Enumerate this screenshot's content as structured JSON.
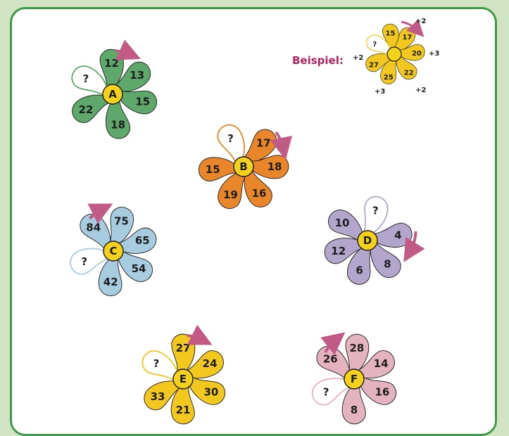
{
  "example": {
    "label": "Beispiel:",
    "center": "",
    "petals": [
      "15",
      "17",
      "20",
      "22",
      "25",
      "27",
      "?"
    ],
    "steps": [
      "+2",
      "+3",
      "+2",
      "+3",
      "+2"
    ],
    "color": "#f2c81e"
  },
  "flowers": [
    {
      "id": "A",
      "center": "A",
      "color": "#5fa86b",
      "petals": [
        "12",
        "13",
        "15",
        "18",
        "22",
        "?"
      ]
    },
    {
      "id": "B",
      "center": "B",
      "color": "#e9862a",
      "petals": [
        "17",
        "18",
        "16",
        "19",
        "15",
        "?"
      ]
    },
    {
      "id": "C",
      "center": "C",
      "color": "#a7cce0",
      "petals": [
        "75",
        "65",
        "54",
        "42",
        "?",
        "84"
      ]
    },
    {
      "id": "D",
      "center": "D",
      "color": "#b3a6cc",
      "petals": [
        "4",
        "8",
        "6",
        "12",
        "10",
        "?"
      ]
    },
    {
      "id": "E",
      "center": "E",
      "color": "#f2c81e",
      "petals": [
        "27",
        "24",
        "30",
        "21",
        "33",
        "?"
      ]
    },
    {
      "id": "F",
      "center": "F",
      "color": "#e3b4c0",
      "petals": [
        "28",
        "14",
        "16",
        "8",
        "?",
        "26"
      ]
    }
  ],
  "colors": {
    "arrow": "#c25a86",
    "center_fill": "#f5d21a",
    "outline": "#1a1a1a",
    "border": "#3f9a45",
    "background": "#d3e4c5"
  }
}
